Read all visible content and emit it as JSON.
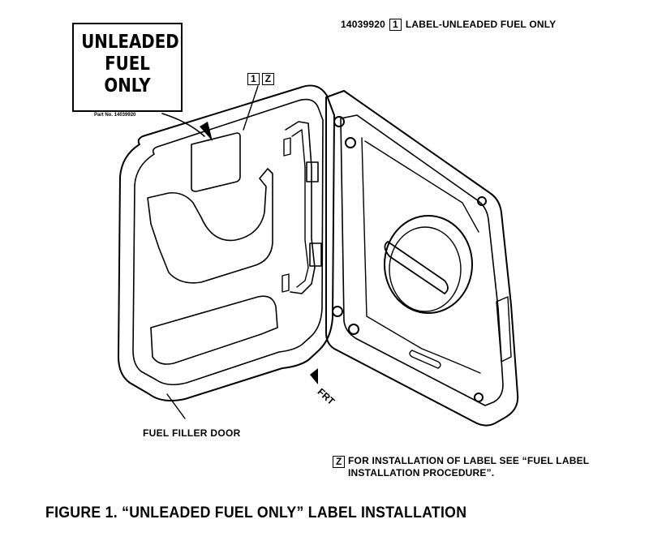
{
  "part_callout": {
    "part_number": "14039920",
    "box_number": "1",
    "description": "LABEL-UNLEADED FUEL ONLY"
  },
  "label_sign": {
    "line1": "UNLEADED",
    "line2": "FUEL",
    "line3": "ONLY",
    "part_no": "Part No. 14039920"
  },
  "label_callout": {
    "box_number": "1",
    "box_letter": "Z"
  },
  "door_label": "FUEL FILLER DOOR",
  "direction_label": "FRT",
  "note": {
    "box_letter": "Z",
    "text": "FOR INSTALLATION OF LABEL SEE “FUEL LABEL INSTALLATION PROCEDURE”."
  },
  "caption": "FIGURE 1. “UNLEADED FUEL ONLY” LABEL INSTALLATION"
}
